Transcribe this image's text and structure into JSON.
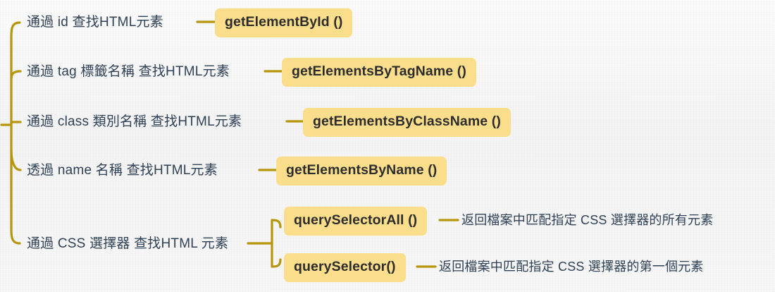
{
  "colors": {
    "background": "#f6f6f6",
    "connector": "#b8960c",
    "badge_fill": "#fbde8c",
    "badge_text": "#2c2c2c",
    "label_text": "#2f4156"
  },
  "diagram": {
    "type": "mind-map",
    "branches": [
      {
        "label": "通過 id 查找HTML元素",
        "method": "getElementById ()"
      },
      {
        "label": "通過 tag 標籤名稱 查找HTML元素",
        "method": "getElementsByTagName ()"
      },
      {
        "label": "通過 class 類別名稱 查找HTML元素",
        "method": "getElementsByClassName ()"
      },
      {
        "label": "透過 name 名稱 查找HTML元素",
        "method": "getElementsByName ()"
      },
      {
        "label": "通過 CSS 選擇器 查找HTML 元素",
        "children": [
          {
            "method": "querySelectorAll ()",
            "description": "返回檔案中匹配指定 CSS 選擇器的所有元素"
          },
          {
            "method": "querySelector()",
            "description": "返回檔案中匹配指定 CSS 選擇器的第一個元素"
          }
        ]
      }
    ]
  }
}
